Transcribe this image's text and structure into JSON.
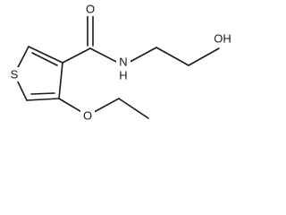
{
  "molecule": {
    "atoms": {
      "sulfur": "S",
      "carbonyl_oxygen": "O",
      "amide_nitrogen": "N",
      "amide_hydrogen": "H",
      "ether_oxygen": "O",
      "hydroxyl": "OH"
    }
  }
}
